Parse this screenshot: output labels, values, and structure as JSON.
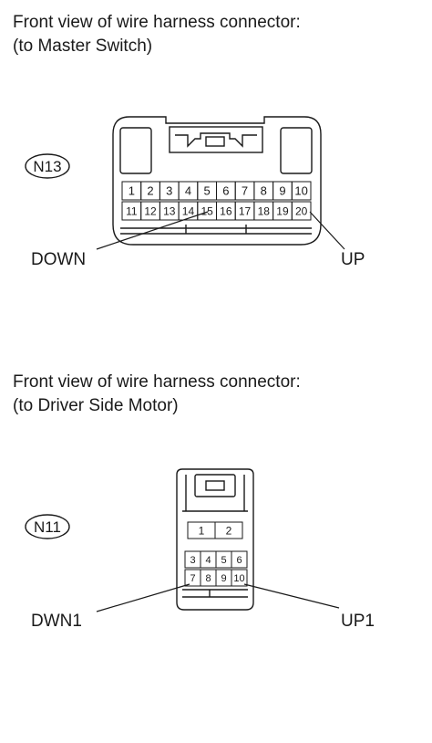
{
  "sections": [
    {
      "heading_line1": "Front view of wire harness connector:",
      "heading_line2": "(to Master Switch)",
      "connector_id": "N13",
      "pins_row1": [
        "1",
        "2",
        "3",
        "4",
        "5",
        "6",
        "7",
        "8",
        "9",
        "10"
      ],
      "pins_row2": [
        "11",
        "12",
        "13",
        "14",
        "15",
        "16",
        "17",
        "18",
        "19",
        "20"
      ],
      "callout_left": "DOWN",
      "callout_right": "UP"
    },
    {
      "heading_line1": "Front view of wire harness connector:",
      "heading_line2": "(to Driver Side Motor)",
      "connector_id": "N11",
      "pins_top": [
        "1",
        "2"
      ],
      "pins_row1": [
        "3",
        "4",
        "5",
        "6"
      ],
      "pins_row2": [
        "7",
        "8",
        "9",
        "10"
      ],
      "callout_left": "DWN1",
      "callout_right": "UP1"
    }
  ]
}
